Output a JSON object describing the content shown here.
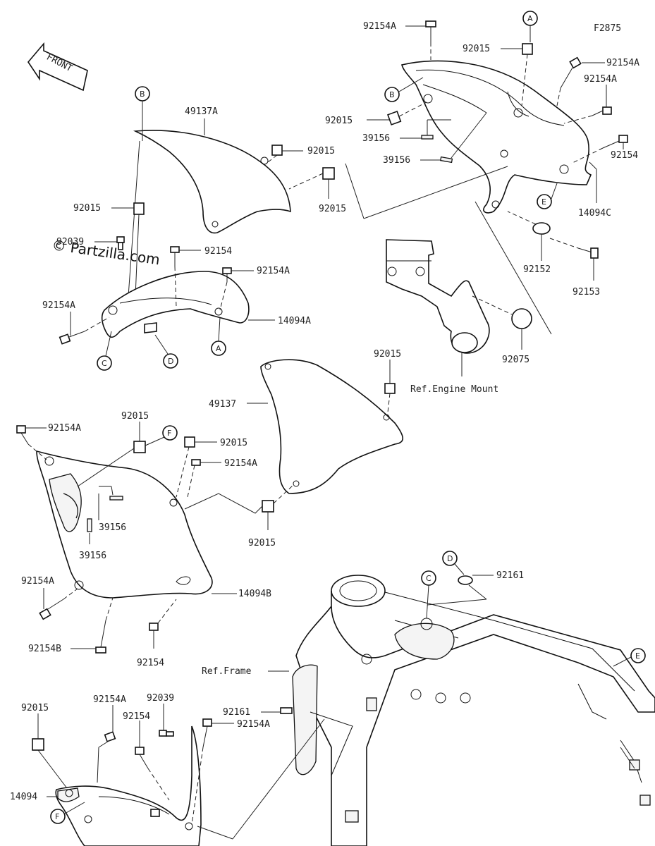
{
  "figure_code": "F2875",
  "front_label": "FRONT",
  "watermark": "© Partzilla.com",
  "callouts": [
    "A",
    "B",
    "C",
    "D",
    "E",
    "F"
  ],
  "part_labels": {
    "p92154A_top": "92154A",
    "p92015_top": "92015",
    "p92154A_right1": "92154A",
    "p92154A_right2": "92154A",
    "p92015_mid": "92015",
    "p39156_a": "39156",
    "p39156_b": "39156",
    "p92154_right": "92154",
    "p14094C": "14094C",
    "p92152": "92152",
    "p92153": "92153",
    "p92075": "92075",
    "ref_engine_mount": "Ref.Engine Mount",
    "p49137A": "49137A",
    "p92015_a": "92015",
    "p92015_b": "92015",
    "p92015_c": "92015",
    "p92039_a": "92039",
    "p92154_a": "92154",
    "p92154A_a": "92154A",
    "p92154A_b": "92154A",
    "p14094A": "14094A",
    "p92015_d": "92015",
    "p49137": "49137",
    "p92154A_c": "92154A",
    "p92015_e": "92015",
    "p92015_f": "92015",
    "p92154A_d": "92154A",
    "p39156_c": "39156",
    "p39156_d": "39156",
    "p92015_g": "92015",
    "p92154A_e": "92154A",
    "p14094B": "14094B",
    "p92154B": "92154B",
    "p92154_b": "92154",
    "p92161_a": "92161",
    "ref_frame": "Ref.Frame",
    "p92161_b": "92161",
    "p92015_h": "92015",
    "p92154A_f": "92154A",
    "p92039_b": "92039",
    "p92154_c": "92154",
    "p92154A_g": "92154A",
    "p14094": "14094"
  }
}
